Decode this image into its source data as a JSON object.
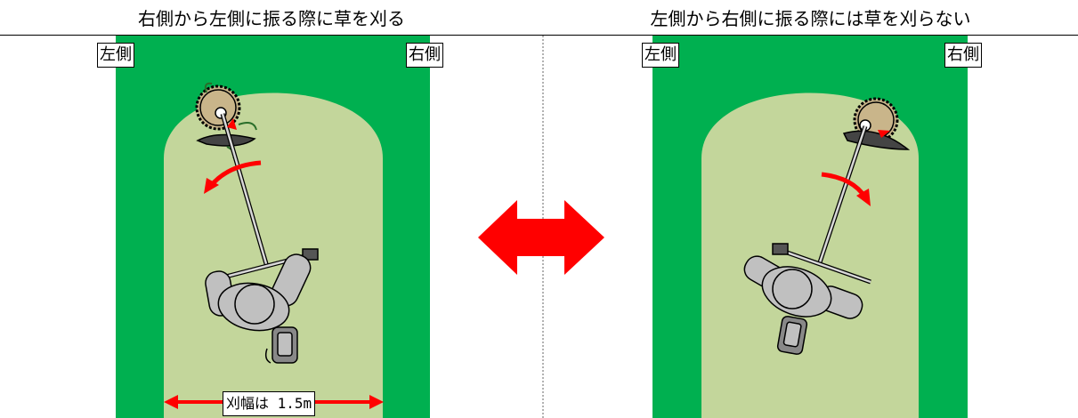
{
  "panels": {
    "left": {
      "title": "右側から左側に振る際に草を刈る",
      "left_tag": "左側",
      "right_tag": "右側",
      "width_label": "刈幅は 1.5m"
    },
    "right": {
      "title": "左側から右側に振る際には草を刈らない",
      "left_tag": "左側",
      "right_tag": "右側"
    }
  },
  "colors": {
    "grass": "#00b050",
    "mowed": "#c3d69b",
    "arrow": "#ff0000",
    "worker": "#c0c0c0",
    "outline": "#000000"
  }
}
